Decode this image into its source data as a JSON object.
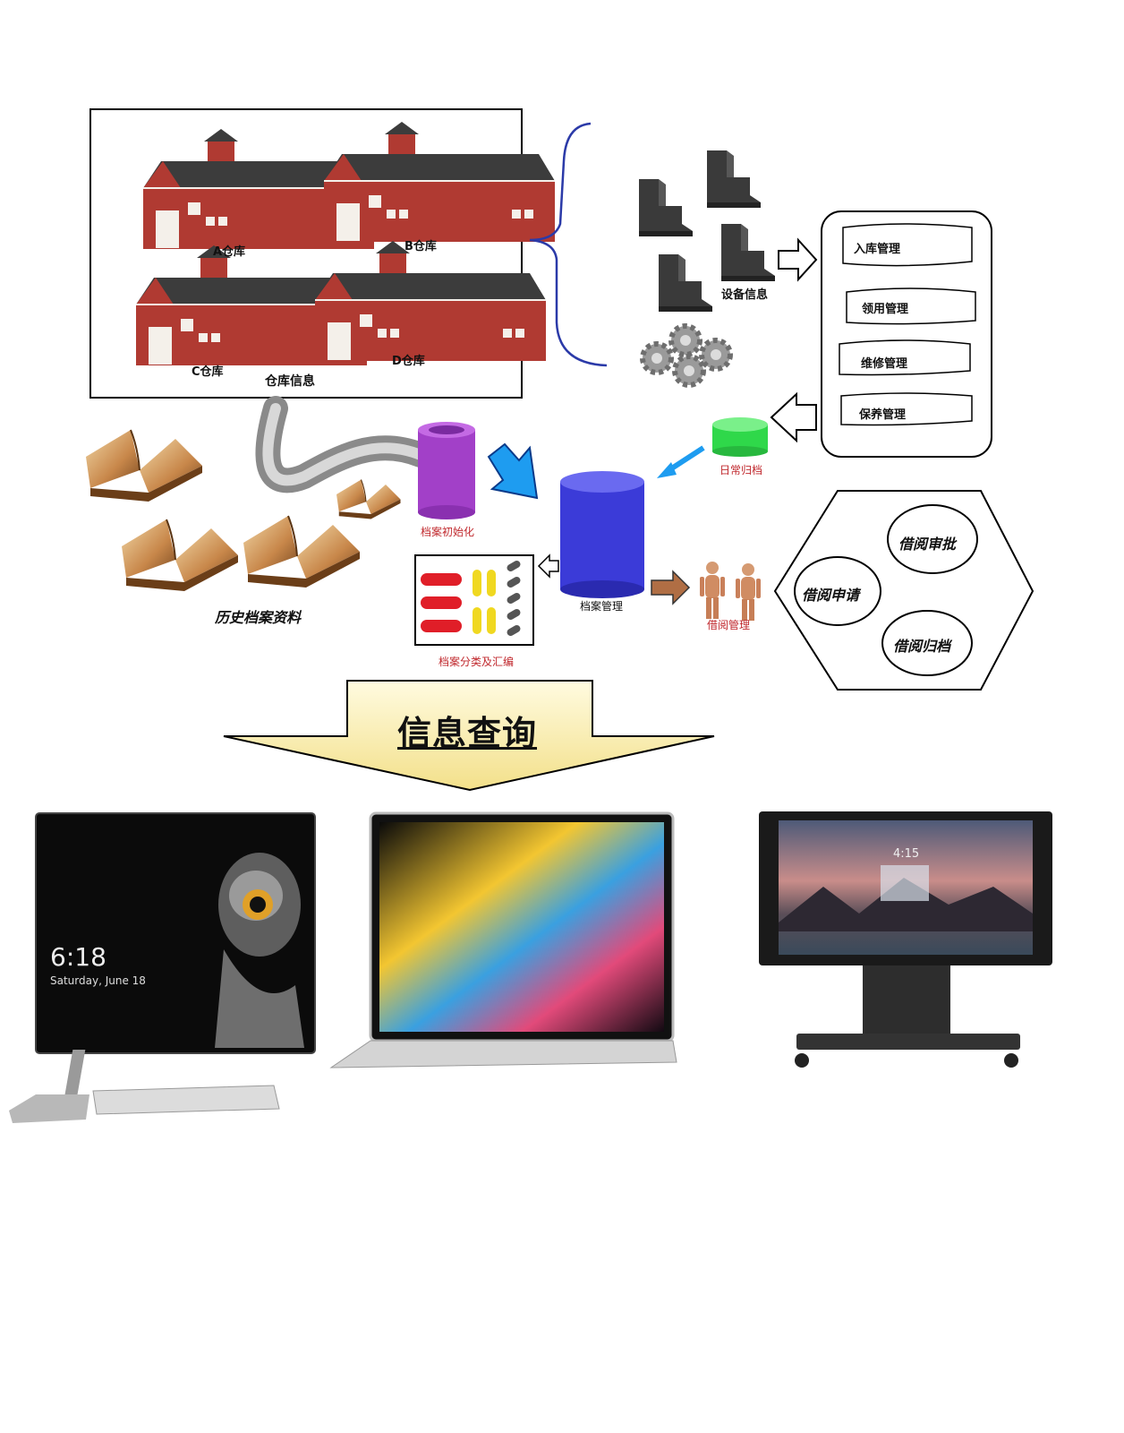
{
  "warehouses": {
    "a": "A仓库",
    "b": "B仓库",
    "c": "C仓库",
    "d": "D仓库",
    "caption": "仓库信息"
  },
  "equipment": {
    "caption": "设备信息",
    "items": [
      "入库管理",
      "领用管理",
      "维修管理",
      "保养管理"
    ]
  },
  "archive": {
    "history": "历史档案资料",
    "init": "档案初始化",
    "daily": "日常归档",
    "manage": "档案管理",
    "classify": "档案分类及汇编",
    "borrow": "借阅管理"
  },
  "borrow_cycle": [
    "借阅审批",
    "借阅申请",
    "借阅归档"
  ],
  "query_title": "信息查询",
  "devices": {
    "desktop_time": "6:18",
    "desktop_date": "Saturday, June 18",
    "hub_time": "4:15"
  },
  "colors": {
    "barn_red": "#b03a32",
    "roof": "#3c3c3c",
    "cyl_purple": "#a240c8",
    "cyl_blue": "#3b3bd8",
    "cyl_green": "#2fd84a",
    "arrow_yellow": "#fbf0b0",
    "brace_blue": "#2b3aa8"
  }
}
